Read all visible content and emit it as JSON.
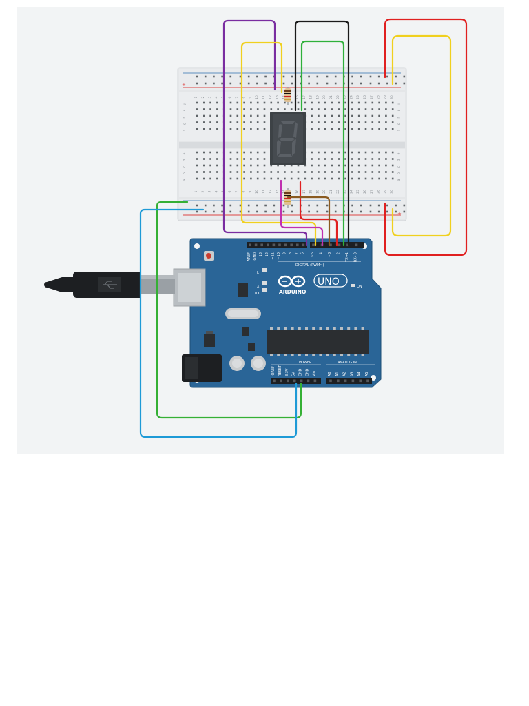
{
  "diagram": {
    "breadboard": {
      "row_letters_top": [
        "j",
        "i",
        "h",
        "g",
        "f"
      ],
      "row_letters_bottom": [
        "e",
        "d",
        "c",
        "b",
        "a"
      ],
      "column_numbers": [
        "1",
        "2",
        "3",
        "4",
        "5",
        "6",
        "7",
        "8",
        "9",
        "10",
        "11",
        "12",
        "13",
        "14",
        "15",
        "16",
        "17",
        "18",
        "19",
        "20",
        "21",
        "22",
        "23",
        "24",
        "25",
        "26",
        "27",
        "28",
        "29",
        "30"
      ],
      "rail_plus": "+",
      "rail_minus": "−"
    },
    "display": {
      "digit": "8"
    },
    "arduino": {
      "logo_text": "UNO",
      "brand": "ARDUINO",
      "digital_header": "DIGITAL (PWM~)",
      "power_header": "POWER",
      "analog_header": "ANALOG IN",
      "on_label": "ON",
      "digital_pins": [
        "AREF",
        "GND",
        "13",
        "12",
        "~11",
        "~10",
        "~9",
        "8",
        "7",
        "~6",
        "~5",
        "4",
        "~3",
        "2",
        "TX→1",
        "RX←0"
      ],
      "power_pins": [
        "IOREF",
        "RESET",
        "3.3V",
        "5V",
        "GND",
        "GND",
        "Vin"
      ],
      "analog_pins": [
        "A0",
        "A1",
        "A2",
        "A3",
        "A4",
        "A5"
      ],
      "led_labels": [
        "L",
        "TX",
        "RX"
      ]
    },
    "colors": {
      "panel_bg": "#f2f4f5",
      "breadboard": "#e4e6e8",
      "board_blue": "#2a6597",
      "wire_purple": "#7a2da0",
      "wire_yellow": "#f0d01e",
      "wire_black": "#1a1a1a",
      "wire_green": "#2fb03a",
      "wire_red": "#e02020",
      "wire_magenta": "#c030b0",
      "wire_brown": "#8a5a20",
      "wire_blue": "#1e9ad6",
      "wire_green_power": "#35b035"
    },
    "icons": [
      "usb-cable-icon",
      "reset-button-icon",
      "arduino-infinity-logo-icon"
    ]
  }
}
